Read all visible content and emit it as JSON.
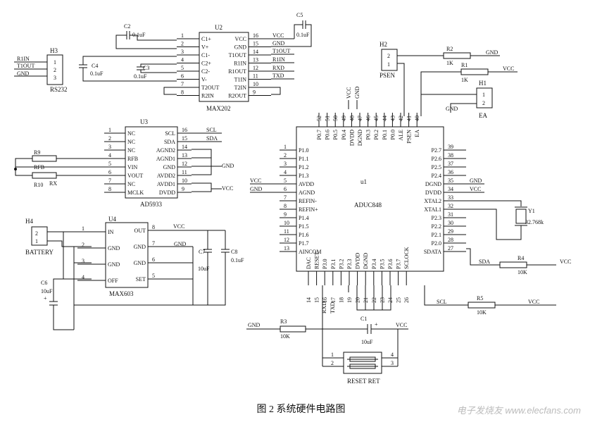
{
  "caption": "图 2  系统硬件电路图",
  "watermark": "电子发烧友 www.elecfans.com",
  "h3": {
    "ref": "H3",
    "name": "RS232",
    "nets": [
      "R1IN",
      "T1OUT",
      "GND"
    ],
    "pins": [
      "1",
      "2",
      "3"
    ]
  },
  "u2": {
    "ref": "U2",
    "name": "MAX202",
    "left_pins": [
      "1",
      "2",
      "3",
      "4",
      "5",
      "6",
      "7",
      "8"
    ],
    "left_names": [
      "C1+",
      "V+",
      "C1-",
      "C2+",
      "C2-",
      "V-",
      "T2OUT",
      "R2IN"
    ],
    "right_pins": [
      "16",
      "15",
      "14",
      "13",
      "12",
      "11",
      "10",
      "9"
    ],
    "right_names": [
      "VCC",
      "GND",
      "T1OUT",
      "R1IN",
      "R1OUT",
      "T1IN",
      "T2IN",
      "R2OUT"
    ],
    "right_nets": [
      "VCC",
      "GND",
      "T1OUT",
      "R1IN",
      "RXD",
      "TXD"
    ]
  },
  "caps_u2": [
    {
      "ref": "C2",
      "val": "0.1uF"
    },
    {
      "ref": "C3",
      "val": "0.1uF"
    },
    {
      "ref": "C4",
      "val": "0.1uF"
    },
    {
      "ref": "C5",
      "val": "0.1uF"
    }
  ],
  "u3": {
    "ref": "U3",
    "name": "AD5933",
    "left_pins": [
      "1",
      "2",
      "3",
      "4",
      "5",
      "6",
      "7",
      "8"
    ],
    "left_names": [
      "NC",
      "NC",
      "NC",
      "RFB",
      "VIN",
      "VOUT",
      "NC",
      "MCLK"
    ],
    "right_pins": [
      "16",
      "15",
      "14",
      "13",
      "12",
      "11",
      "10",
      "9"
    ],
    "right_names": [
      "SCL",
      "SDA",
      "AGND2",
      "AGND1",
      "GND",
      "AVDD2",
      "AVDD1",
      "DVDD"
    ],
    "right_nets": [
      "SCL",
      "SDA",
      "GND",
      "VCC"
    ]
  },
  "r9": {
    "ref": "R9",
    "net": "RFB"
  },
  "r10": {
    "ref": "R10",
    "net": "RX"
  },
  "h4": {
    "ref": "H4",
    "name": "BATTERY",
    "pins": [
      "2",
      "1"
    ]
  },
  "u4": {
    "ref": "U4",
    "name": "MAX603",
    "left_pins": [
      "1",
      "2",
      "3",
      "4"
    ],
    "left_names": [
      "IN",
      "GND",
      "GND",
      "OFF"
    ],
    "right_pins": [
      "8",
      "7",
      "6",
      "5"
    ],
    "right_names": [
      "OUT",
      "GND",
      "GND",
      "SET"
    ],
    "nets": [
      "VCC",
      "GND"
    ]
  },
  "c6": {
    "ref": "C6",
    "val": "10uF"
  },
  "c7": {
    "ref": "C7",
    "val": "10uF"
  },
  "c8": {
    "ref": "C8",
    "val": "0.1uF"
  },
  "h2": {
    "ref": "H2",
    "name": "PSEN",
    "pins": [
      "2",
      "1"
    ]
  },
  "r2": {
    "ref": "R2",
    "val": "1K",
    "net": "GND"
  },
  "r1": {
    "ref": "R1",
    "val": "1K",
    "net": "VCC"
  },
  "h1": {
    "ref": "H1",
    "name": "EA",
    "pins": [
      "1",
      "2"
    ],
    "net": "GND"
  },
  "u1": {
    "ref": "u1",
    "name": "ADUC848",
    "left_pins": [
      "1",
      "2",
      "3",
      "4",
      "5",
      "6",
      "7",
      "8",
      "9",
      "10",
      "11",
      "12",
      "13"
    ],
    "left_names": [
      "P1.0",
      "P1.1",
      "P1.2",
      "P1.3",
      "AVDD",
      "AGND",
      "REFIN-",
      "REFIN+",
      "P1.4",
      "P1.5",
      "P1.6",
      "P1.7",
      "AINCOM"
    ],
    "left_nets": [
      "VCC",
      "GND"
    ],
    "right_pins": [
      "39",
      "38",
      "37",
      "36",
      "35",
      "34",
      "33",
      "32",
      "31",
      "30",
      "29",
      "28",
      "27"
    ],
    "right_names": [
      "P2.7",
      "P2.6",
      "P2.5",
      "P2.4",
      "DGND",
      "DVDD",
      "XTAL2",
      "XTAL1",
      "P2.3",
      "P2.2",
      "P2.1",
      "P2.0",
      "SDATA"
    ],
    "right_nets": [
      "GND",
      "VCC"
    ],
    "top_pins": [
      "52",
      "51",
      "50",
      "49",
      "48",
      "47",
      "46",
      "45",
      "44",
      "43",
      "42",
      "41",
      "40"
    ],
    "top_names": [
      "P0.7",
      "P0.6",
      "P0.5",
      "P0.4",
      "DVDD",
      "DGND",
      "P0.3",
      "P0.2",
      "P0.1",
      "P0.0",
      "ALE",
      "PSEN",
      "EA"
    ],
    "top_nets": [
      "VCC",
      "GND"
    ],
    "bottom_pins": [
      "14",
      "15",
      "16",
      "17",
      "18",
      "19",
      "20",
      "21",
      "22",
      "23",
      "24",
      "25",
      "26"
    ],
    "bottom_names": [
      "DAC",
      "RESET",
      "P3.0",
      "P3.1",
      "P3.2",
      "P3.3",
      "DVDD",
      "DGND",
      "P3.4",
      "P3.5",
      "P3.6",
      "P3.7",
      "SCLOCK"
    ],
    "bottom_extra": [
      "RXD",
      "TXD"
    ]
  },
  "y1": {
    "ref": "Y1",
    "val": "32.768k"
  },
  "r4": {
    "ref": "R4",
    "val": "10K",
    "nets": [
      "SDA",
      "VCC"
    ]
  },
  "r5": {
    "ref": "R5",
    "val": "10K",
    "nets": [
      "SCL",
      "VCC"
    ]
  },
  "r3": {
    "ref": "R3",
    "val": "10K",
    "net": "GND"
  },
  "c1": {
    "ref": "C1",
    "val": "10uF",
    "net": "VCC"
  },
  "reset": {
    "name": "RESET RET",
    "pins": [
      "1",
      "2",
      "4",
      "3"
    ]
  }
}
